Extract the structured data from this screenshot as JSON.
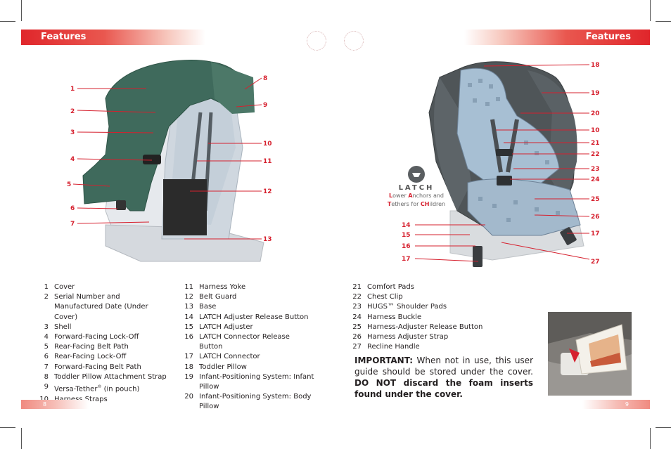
{
  "header": {
    "left_title": "Features",
    "right_title": "Features"
  },
  "pages": {
    "left_number": "8",
    "right_number": "9"
  },
  "figure_left_callouts": [
    "1",
    "2",
    "3",
    "4",
    "5",
    "6",
    "7",
    "8",
    "9",
    "10",
    "11",
    "12",
    "13"
  ],
  "figure_right_callouts": [
    "18",
    "19",
    "20",
    "10",
    "21",
    "22",
    "23",
    "24",
    "25",
    "26",
    "17",
    "27",
    "14",
    "15",
    "16",
    "17"
  ],
  "latch_logo": {
    "word": "LATCH",
    "line1": [
      "L",
      "ower ",
      "A",
      "nchors and"
    ],
    "line2": [
      "T",
      "ethers for ",
      "CH",
      "ildren"
    ]
  },
  "parts_col1": [
    {
      "n": "1",
      "t": "Cover"
    },
    {
      "n": "2",
      "t": "Serial Number and Manufactured Date (Under Cover)"
    },
    {
      "n": "3",
      "t": "Shell"
    },
    {
      "n": "4",
      "t": "Forward-Facing Lock-Off"
    },
    {
      "n": "5",
      "t": "Rear-Facing Belt Path"
    },
    {
      "n": "6",
      "t": "Rear-Facing Lock-Off"
    },
    {
      "n": "7",
      "t": "Forward-Facing Belt Path"
    },
    {
      "n": "8",
      "t": "Toddler Pillow Attachment Strap"
    },
    {
      "n": "9",
      "t": "Versa-Tether",
      "sup": "®",
      "t2": " (in pouch)"
    },
    {
      "n": "10",
      "t": "Harness Straps"
    }
  ],
  "parts_col2": [
    {
      "n": "11",
      "t": "Harness Yoke"
    },
    {
      "n": "12",
      "t": "Belt Guard"
    },
    {
      "n": "13",
      "t": "Base"
    },
    {
      "n": "14",
      "t": "LATCH Adjuster Release Button"
    },
    {
      "n": "15",
      "t": "LATCH Adjuster"
    },
    {
      "n": "16",
      "t": "LATCH Connector Release Button"
    },
    {
      "n": "17",
      "t": "LATCH Connector"
    },
    {
      "n": "18",
      "t": "Toddler Pillow"
    },
    {
      "n": "19",
      "t": "Infant-Positioning System: Infant Pillow"
    },
    {
      "n": "20",
      "t": "Infant-Positioning System: Body Pillow"
    }
  ],
  "parts_col3": [
    {
      "n": "21",
      "t": "Comfort Pads"
    },
    {
      "n": "22",
      "t": "Chest Clip"
    },
    {
      "n": "23",
      "t": "HUGS™ Shoulder Pads"
    },
    {
      "n": "24",
      "t": "Harness Buckle"
    },
    {
      "n": "25",
      "t": "Harness-Adjuster Release Button"
    },
    {
      "n": "26",
      "t": "Harness Adjuster Strap"
    },
    {
      "n": "27",
      "t": "Recline Handle"
    }
  ],
  "important": {
    "lead": "IMPORTANT:",
    "body": " When not in use, this user guide should be stored under the cover.",
    "bold_tail": "DO NOT discard the foam inserts found under the cover."
  },
  "colors": {
    "accent": "#d6202e",
    "header_red": "#e0262b",
    "cover_green": "#3f6a5c",
    "seat_grey": "#4f5558",
    "pattern_blue": "#a7bfd3"
  }
}
